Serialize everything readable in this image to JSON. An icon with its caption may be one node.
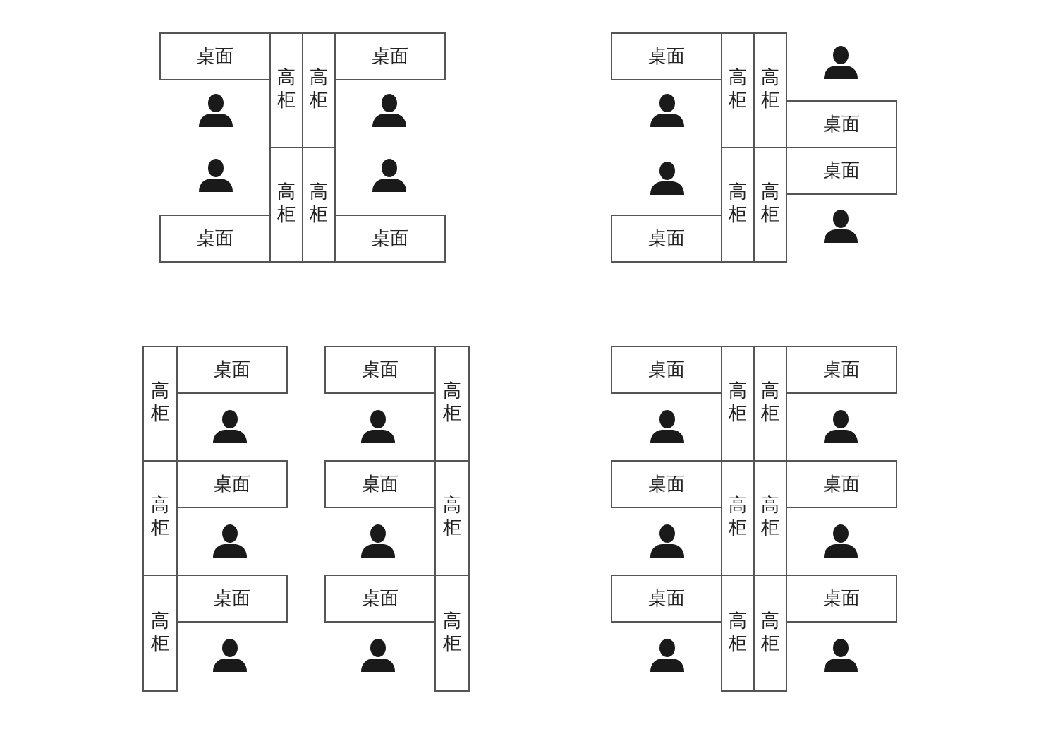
{
  "diagram": {
    "nodes": [
      {
        "text": [
          "桌面"
        ]
      },
      {
        "text": [
          "高柜"
        ]
      },
      {
        "text": [
          "高柜"
        ]
      },
      {
        "text": [
          "桌面"
        ]
      },
      {
        "text": [
          "高柜"
        ]
      },
      {
        "text": [
          "高柜"
        ]
      },
      {
        "text": [
          "桌面"
        ]
      },
      {
        "text": [
          "桌面"
        ]
      },
      {
        "text": [
          "桌面"
        ]
      },
      {
        "text": [
          "高柜"
        ]
      },
      {
        "text": [
          "高柜"
        ]
      },
      {
        "text": [
          "桌面"
        ]
      },
      {
        "text": [
          "桌面"
        ]
      },
      {
        "text": [
          "高柜"
        ]
      },
      {
        "text": [
          "高柜"
        ]
      },
      {
        "text": [
          "桌面"
        ]
      },
      {
        "text": [
          "高柜"
        ]
      },
      {
        "text": [
          "桌面"
        ]
      },
      {
        "text": [
          "桌面"
        ]
      },
      {
        "text": [
          "高柜"
        ]
      },
      {
        "text": [
          "高柜"
        ]
      },
      {
        "text": [
          "桌面"
        ]
      },
      {
        "text": [
          "桌面"
        ]
      },
      {
        "text": [
          "高柜"
        ]
      },
      {
        "text": [
          "高柜"
        ]
      },
      {
        "text": [
          "桌面"
        ]
      },
      {
        "text": [
          "桌面"
        ]
      },
      {
        "text": [
          "高柜"
        ]
      },
      {
        "text": [
          "桌面"
        ]
      },
      {
        "text": [
          "高柜"
        ]
      },
      {
        "text": [
          "高柜"
        ]
      },
      {
        "text": [
          "桌面"
        ]
      },
      {
        "text": [
          "桌面"
        ]
      },
      {
        "text": [
          "高柜"
        ]
      },
      {
        "text": [
          "高柜"
        ]
      },
      {
        "text": [
          "桌面"
        ]
      },
      {
        "text": [
          "桌面"
        ]
      },
      {
        "text": [
          "高柜"
        ]
      },
      {
        "text": [
          "高柜"
        ]
      },
      {
        "text": [
          "桌面"
        ]
      }
    ]
  }
}
